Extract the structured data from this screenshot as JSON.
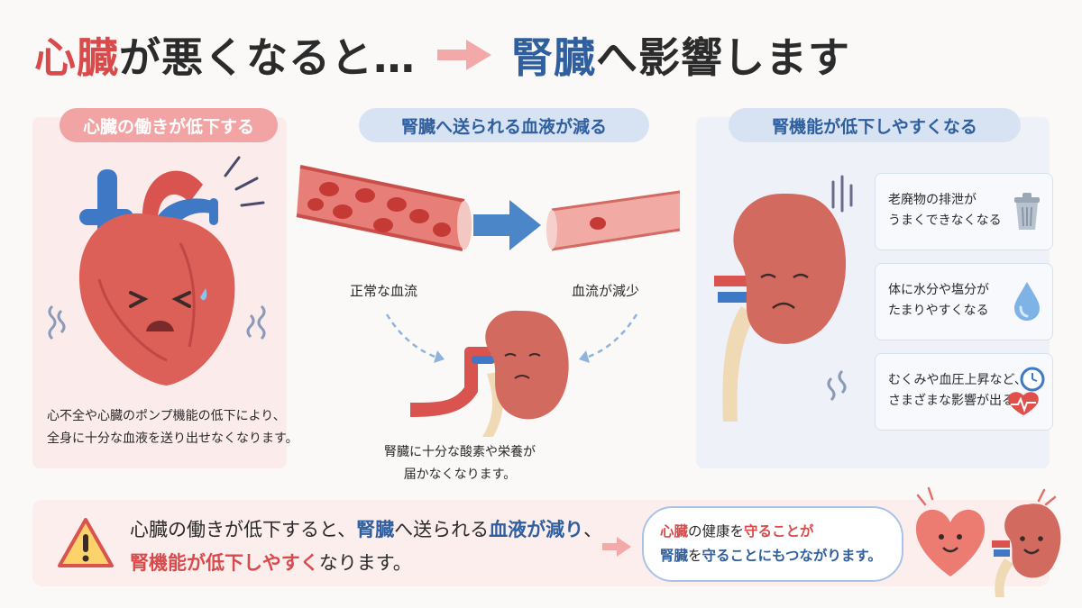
{
  "title": {
    "part1": "心臓",
    "part2": "が悪くなると…",
    "part3": "腎臓",
    "part4": "へ影響します"
  },
  "panel_left": {
    "header": "心臓の働きが低下する",
    "caption_line1": "心不全や心臓のポンプ機能の低下により、",
    "caption_line2": "全身に十分な血液を送り出せなくなります。"
  },
  "panel_middle": {
    "header": "腎臓へ送られる血液が減る",
    "label_normal": "正常な血流",
    "label_reduced": "血流が減少",
    "caption_line1": "腎臓に十分な酸素や栄養が",
    "caption_line2": "届かなくなります。"
  },
  "panel_right": {
    "header": "腎機能が低下しやすくなる",
    "cards": [
      {
        "line1": "老廃物の排泄が",
        "line2": "うまくできなくなる",
        "icon": "trash-can-icon"
      },
      {
        "line1": "体に水分や塩分が",
        "line2": "たまりやすくなる",
        "icon": "water-drop-icon"
      },
      {
        "line1": "むくみや血圧上昇など、",
        "line2": "さまざまな影響が出る",
        "icon": "heart-clock-icon"
      }
    ]
  },
  "bottom": {
    "line1_a": "心臓の働きが低下すると、",
    "line1_b": "腎臓",
    "line1_c": "へ送られる",
    "line1_d": "血液が減り",
    "line1_e": "、",
    "line2_a": "腎機能が低下しやすく",
    "line2_b": "なります。",
    "bubble_line1_a": "心臓",
    "bubble_line1_b": "の健康を",
    "bubble_line1_c": "守ることが",
    "bubble_line2_a": "腎臓",
    "bubble_line2_b": "を",
    "bubble_line2_c": "守ることにもつながります。"
  },
  "colors": {
    "red": "#d94b4b",
    "blue": "#2f5f9e",
    "pink_panel": "#fcebeb",
    "blue_panel": "#eef2f8",
    "arrow_blue": "#4a86c8"
  }
}
